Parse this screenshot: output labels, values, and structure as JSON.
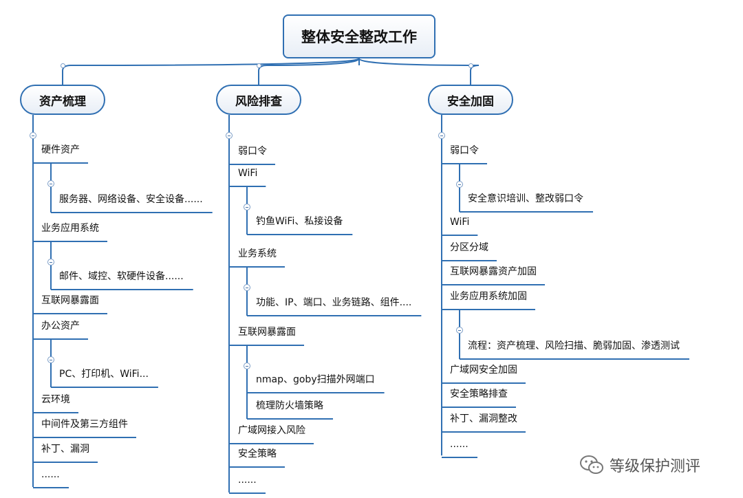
{
  "root": {
    "title": "整体安全整改工作"
  },
  "columns": [
    {
      "title": "资产梳理",
      "items": [
        {
          "label": "硬件资产",
          "children": [
            "服务器、网络设备、安全设备......"
          ]
        },
        {
          "label": "业务应用系统",
          "children": [
            "邮件、域控、软硬件设备......"
          ]
        },
        {
          "label": "互联网暴露面",
          "children": []
        },
        {
          "label": "办公资产",
          "children": [
            "PC、打印机、WiFi..."
          ]
        },
        {
          "label": "云环境",
          "children": []
        },
        {
          "label": "中间件及第三方组件",
          "children": []
        },
        {
          "label": "补丁、漏洞",
          "children": []
        },
        {
          "label": "......",
          "children": []
        }
      ]
    },
    {
      "title": "风险排查",
      "items": [
        {
          "label": "弱口令",
          "children": []
        },
        {
          "label": "WiFi",
          "children": [
            "钓鱼WiFi、私接设备"
          ]
        },
        {
          "label": "业务系统",
          "children": [
            "功能、IP、端口、业务链路、组件...."
          ]
        },
        {
          "label": "互联网暴露面",
          "children": [
            "nmap、goby扫描外网端口",
            "梳理防火墙策略"
          ]
        },
        {
          "label": "广域网接入风险",
          "children": []
        },
        {
          "label": "安全策略",
          "children": []
        },
        {
          "label": "......",
          "children": []
        }
      ]
    },
    {
      "title": "安全加固",
      "items": [
        {
          "label": "弱口令",
          "children": [
            "安全意识培训、整改弱口令"
          ]
        },
        {
          "label": "WiFi",
          "children": []
        },
        {
          "label": "分区分域",
          "children": []
        },
        {
          "label": "互联网暴露资产加固",
          "children": []
        },
        {
          "label": "业务应用系统加固",
          "children": [
            "流程：资产梳理、风险扫描、脆弱加固、渗透测试"
          ]
        },
        {
          "label": "广域网安全加固",
          "children": []
        },
        {
          "label": "安全策略排查",
          "children": []
        },
        {
          "label": "补丁、漏洞整改",
          "children": []
        },
        {
          "label": "......",
          "children": []
        }
      ]
    }
  ],
  "watermark": {
    "text": "等级保护测评",
    "icon": "wechat-icon"
  },
  "colors": {
    "line": "#2f6fb2",
    "node_border": "#2f6fb2"
  }
}
